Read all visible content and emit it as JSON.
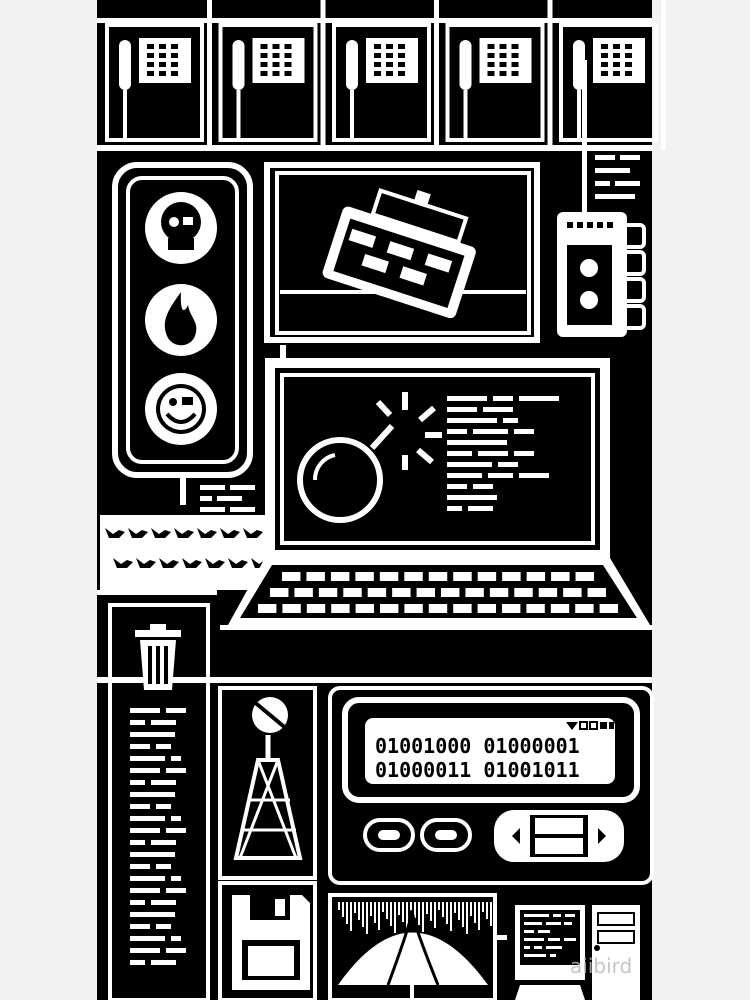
{
  "pager": {
    "line1": "01001000 01000001",
    "line2": "01000011 01001011"
  },
  "watermark": "aiibird",
  "colors": {
    "ink": "#000000",
    "paper": "#ffffff",
    "background": "#f2f2f2"
  },
  "icons": [
    "phone-icon",
    "skull-icon",
    "flame-icon",
    "smiley-eyepatch-icon",
    "boat-icon",
    "cassette-icon",
    "bomb-icon",
    "keyboard-icon",
    "bird-icon",
    "trash-icon",
    "radio-tower-icon",
    "pager-icon",
    "floppy-disk-icon",
    "umbrella-icon",
    "desktop-computer-icon"
  ]
}
